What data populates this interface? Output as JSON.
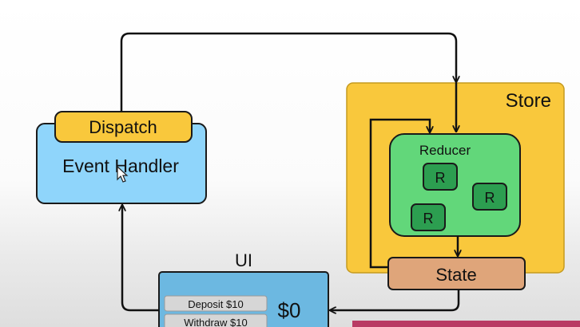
{
  "store": {
    "label": "Store"
  },
  "reducer": {
    "label": "Reducer",
    "items": [
      "R",
      "R",
      "R"
    ]
  },
  "state": {
    "label": "State"
  },
  "event_handler": {
    "dispatch_label": "Dispatch",
    "label": "Event Handler"
  },
  "ui": {
    "label": "UI",
    "balance": "$0",
    "buttons": [
      "Deposit $10",
      "Withdraw $10"
    ]
  },
  "colors": {
    "store_fill": "#f9c83c",
    "reducer_fill": "#62d77a",
    "r_fill": "#2c9e50",
    "state_fill": "#dfa57a",
    "event_handler_fill": "#8fd5fb",
    "dispatch_fill": "#f9c83c",
    "ui_fill": "#6cb8e1",
    "accent_strip": "#b93b64"
  }
}
